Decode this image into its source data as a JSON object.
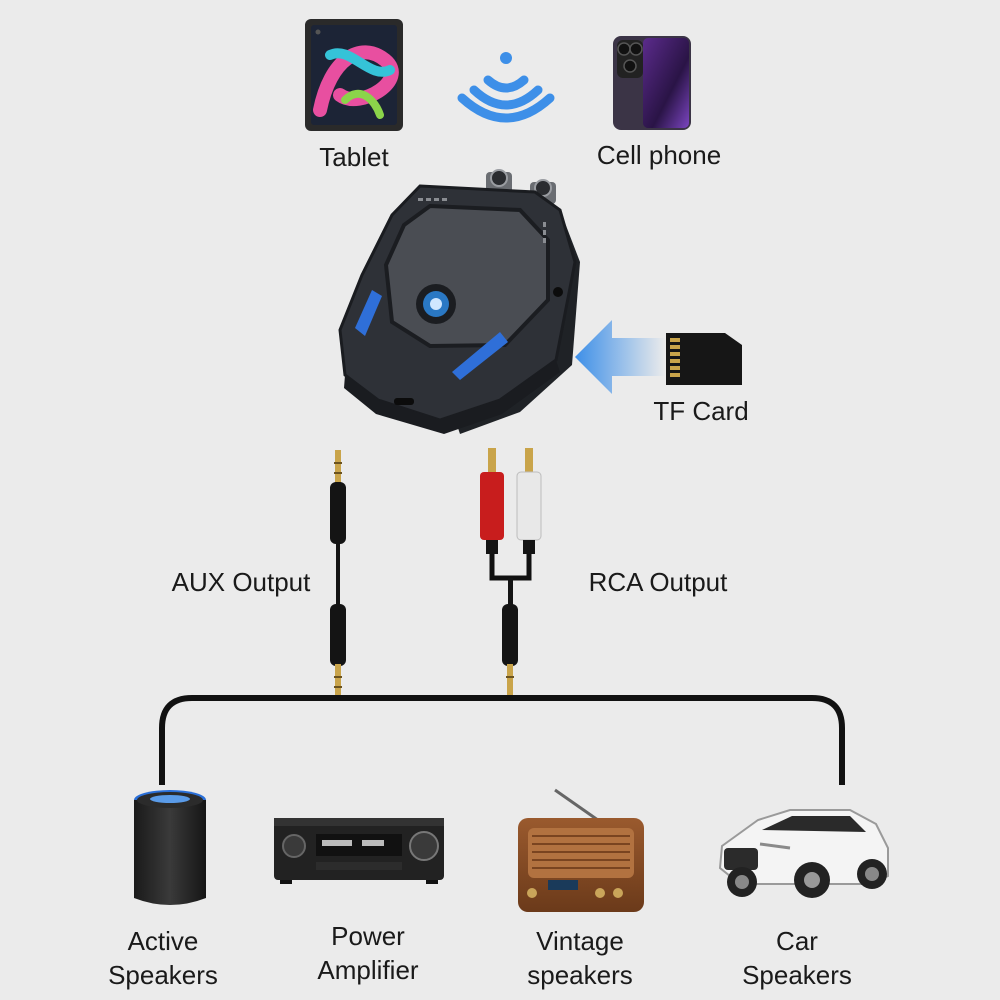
{
  "sources": {
    "tablet": "Tablet",
    "cell_phone": "Cell phone",
    "tf_card": "TF Card"
  },
  "outputs": {
    "aux": "AUX Output",
    "rca": "RCA Output"
  },
  "devices": {
    "active_speakers": [
      "Active",
      "Speakers"
    ],
    "power_amplifier": [
      "Power",
      "Amplifier"
    ],
    "vintage_speakers": [
      "Vintage",
      "speakers"
    ],
    "car_speakers": [
      "Car",
      "Speakers"
    ]
  },
  "icons": [
    "tablet-icon",
    "wireless-signal-icon",
    "cell-phone-icon",
    "bluetooth-receiver-icon",
    "arrow-left-icon",
    "tf-card-icon",
    "aux-cable-icon",
    "rca-cable-icon",
    "smart-speaker-icon",
    "amplifier-icon",
    "vintage-radio-icon",
    "car-icon"
  ],
  "colors": {
    "background": "#ebebeb",
    "signal_blue": "#3d8fe8",
    "device_body": "#2e3137",
    "rca_red": "#c81d1d",
    "rca_white": "#e8e8e8",
    "cable": "#111111",
    "gold": "#c9a44a"
  }
}
